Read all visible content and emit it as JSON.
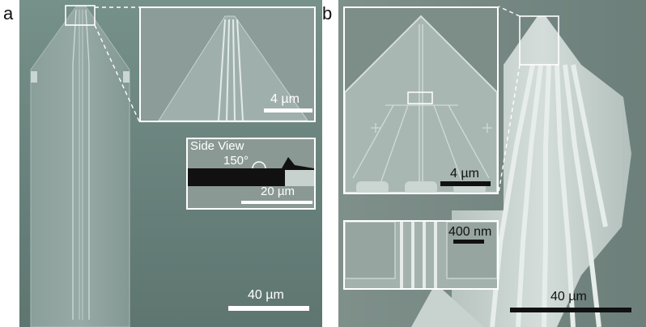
{
  "figure": {
    "panels": [
      {
        "label": "a",
        "main_scale": "40 µm",
        "inset_top_scale": "4 µm",
        "inset_side": {
          "title": "Side View",
          "angle": "150°",
          "scale": "20 µm"
        }
      },
      {
        "label": "b",
        "inset_top_scale": "4 µm",
        "inset_bottom_scale": "400 nm",
        "main_scale": "40 µm"
      }
    ]
  }
}
